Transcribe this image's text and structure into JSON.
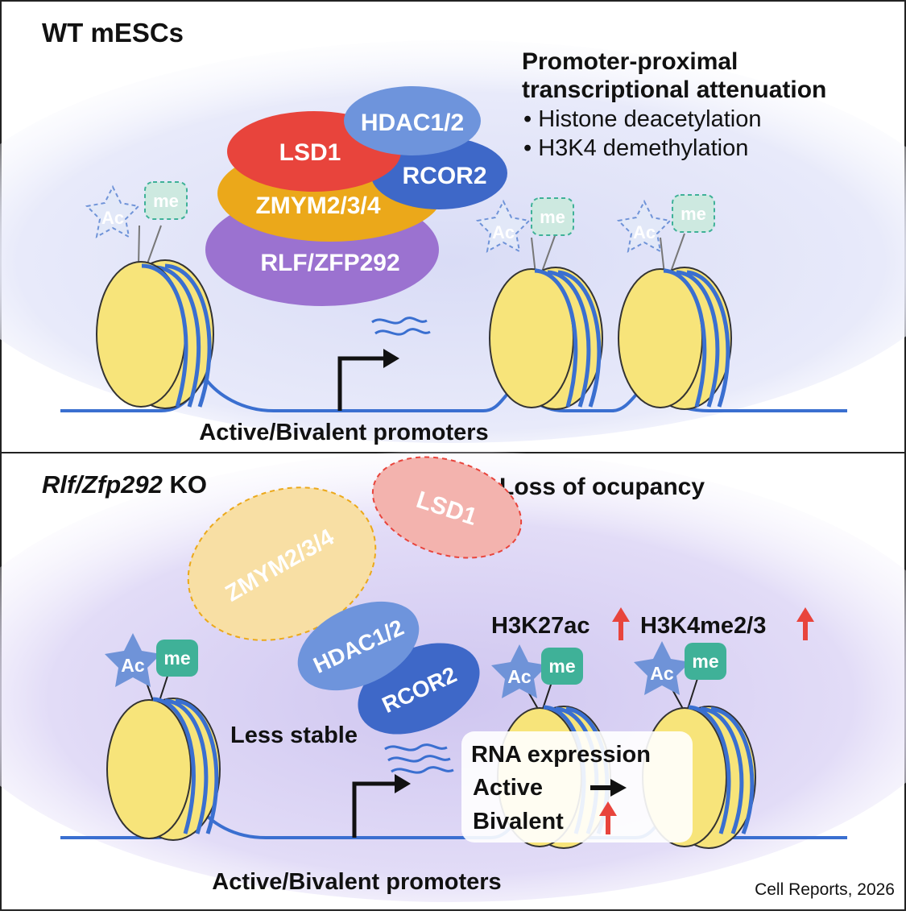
{
  "colors": {
    "lsd1": "#e8443c",
    "hdac": "#6e94dc",
    "rcor2": "#3e68c8",
    "zmym": "#eba81a",
    "rlf": "#9b72d0",
    "nucleosome": "#f7e47a",
    "dna": "#3a6fd0",
    "arrow_up": "#e8443c",
    "ac_badge": "#6f93d8",
    "me_badge": "#3fb198"
  },
  "top": {
    "title": "WT mESCs",
    "heading_line1": "Promoter-proximal",
    "heading_line2": "transcriptional attenuation",
    "bullet1": "• Histone deacetylation",
    "bullet2": "• H3K4 demethylation",
    "complex": {
      "hdac": "HDAC1/2",
      "lsd1": "LSD1",
      "rcor2": "RCOR2",
      "zmym": "ZMYM2/3/4",
      "rlf": "RLF/ZFP292"
    },
    "ac": "Ac",
    "me": "me",
    "promoter_label": "Active/Bivalent promoters"
  },
  "bottom": {
    "title_italic": "Rlf/Zfp292",
    "title_rest": " KO",
    "loss_label": "Loss of ocupancy",
    "lsd1": "LSD1",
    "zmym": "ZMYM2/3/4",
    "hdac": "HDAC1/2",
    "rcor2": "RCOR2",
    "less_stable": "Less stable",
    "h3k27ac": "H3K27ac",
    "h3k4me": "H3K4me2/3",
    "ac": "Ac",
    "me": "me",
    "rna_title": "RNA expression",
    "rna_active": "Active",
    "rna_bivalent": "Bivalent",
    "promoter_label": "Active/Bivalent promoters"
  },
  "citation": "Cell Reports, 2026"
}
